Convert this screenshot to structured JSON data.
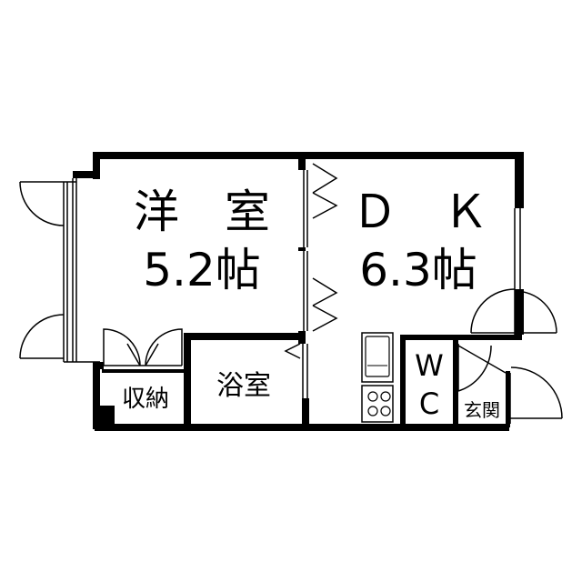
{
  "rooms": {
    "western_room": {
      "name": "洋　室",
      "size": "5.2帖"
    },
    "dk": {
      "name": "Ｄ　Ｋ",
      "size": "6.3帖"
    },
    "storage": {
      "name": "収納"
    },
    "bath": {
      "name": "浴室"
    },
    "wc": {
      "line1": "W",
      "line2": "C"
    },
    "entrance": {
      "name": "玄関"
    }
  },
  "colors": {
    "wall": "#000000",
    "background": "#ffffff"
  }
}
